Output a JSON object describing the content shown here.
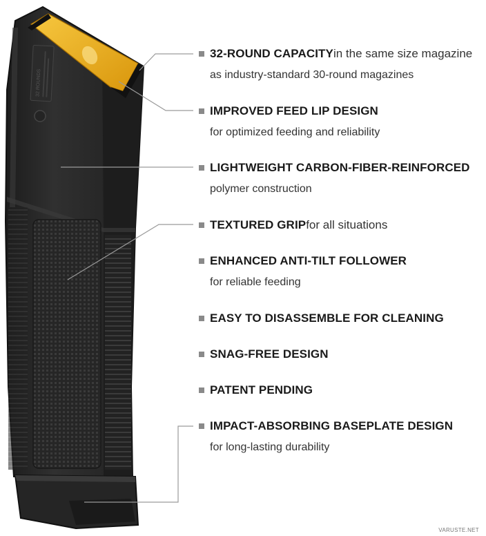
{
  "features": [
    {
      "title": "32-ROUND CAPACITY",
      "inline": " in the same size magazine",
      "sub": "as industry-standard 30-round magazines"
    },
    {
      "title": "IMPROVED FEED LIP DESIGN",
      "inline": "",
      "sub": "for optimized feeding and reliability"
    },
    {
      "title": "LIGHTWEIGHT CARBON-FIBER-REINFORCED",
      "inline": "",
      "sub": "polymer construction"
    },
    {
      "title": "TEXTURED GRIP",
      "inline": " for all situations",
      "sub": ""
    },
    {
      "title": "ENHANCED ANTI-TILT FOLLOWER",
      "inline": "",
      "sub": "for reliable feeding"
    },
    {
      "title": "EASY TO DISASSEMBLE FOR CLEANING",
      "inline": "",
      "sub": ""
    },
    {
      "title": "SNAG-FREE DESIGN",
      "inline": "",
      "sub": ""
    },
    {
      "title": "PATENT PENDING",
      "inline": "",
      "sub": ""
    },
    {
      "title": "IMPACT-ABSORBING BASEPLATE DESIGN",
      "inline": "",
      "sub": "for long-lasting durability"
    }
  ],
  "magazine": {
    "embossed_text": "32 ROUNDS",
    "body_color": "#2a2a2a",
    "follower_color": "#f2b31c"
  },
  "watermark": "VARUSTE.NET",
  "colors": {
    "leader_line": "#9a9a9a",
    "bullet": "#8a8a8a"
  }
}
